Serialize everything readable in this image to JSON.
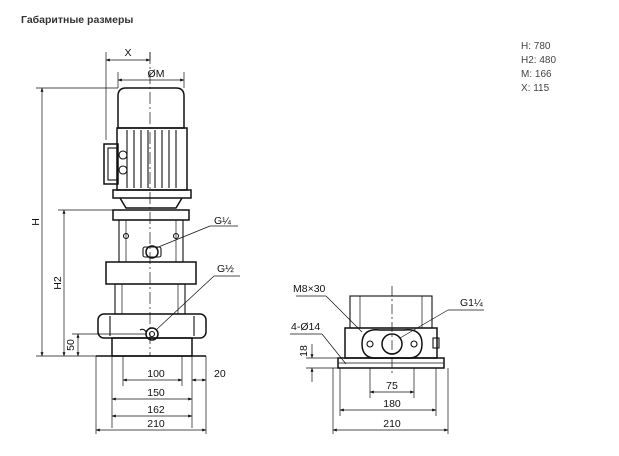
{
  "title": "Габаритные размеры",
  "specs": [
    {
      "label": "H",
      "value": "780"
    },
    {
      "label": "H2",
      "value": "480"
    },
    {
      "label": "M",
      "value": "166"
    },
    {
      "label": "X",
      "value": "115"
    }
  ],
  "front_view": {
    "labels": {
      "x": "X",
      "diameter_m": "ØM",
      "h": "H",
      "h2": "H2",
      "dim_50": "50",
      "port_top": "G¼",
      "port_bottom": "G½",
      "dim_100": "100",
      "dim_20": "20",
      "dim_150": "150",
      "dim_162": "162",
      "dim_210": "210"
    }
  },
  "side_view": {
    "labels": {
      "bolt": "M8×30",
      "holes": "4-Ø14",
      "dim_18": "18",
      "port": "G1¼",
      "dim_75": "75",
      "dim_180": "180",
      "dim_210": "210"
    }
  }
}
